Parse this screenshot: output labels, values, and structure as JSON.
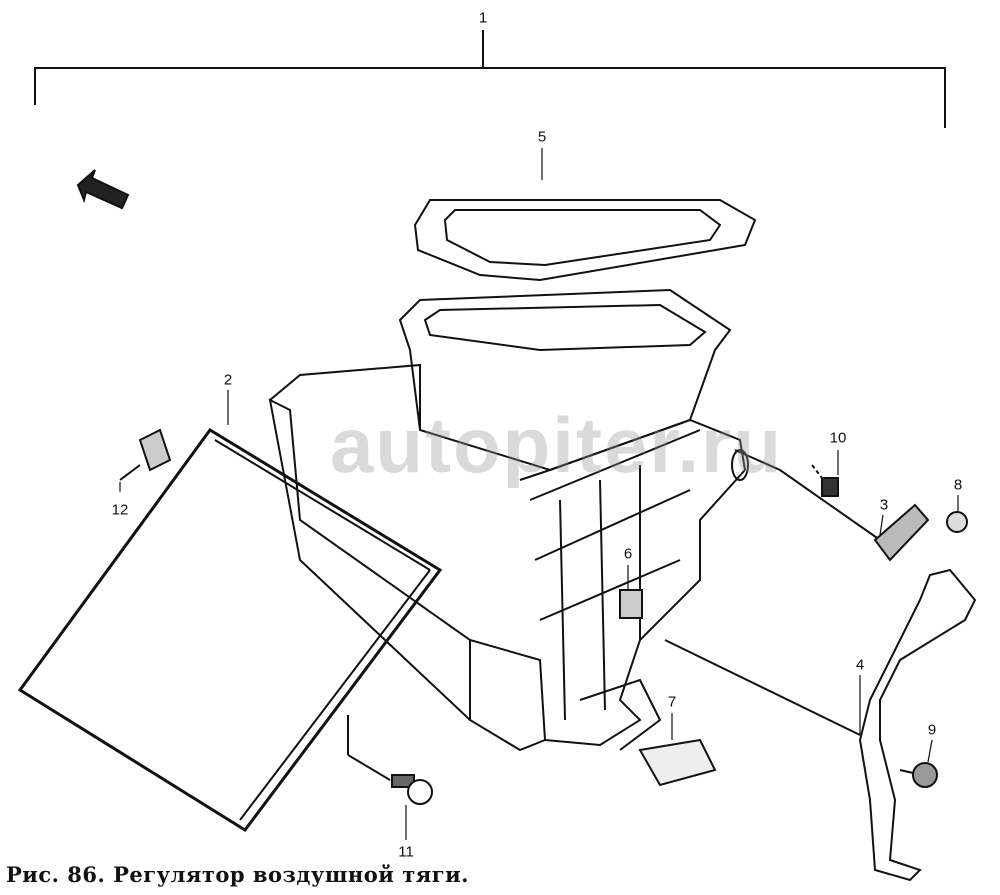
{
  "figure": {
    "caption": "Рис. 86. Регулятор воздушной тяги.",
    "watermark": "autopiter.ru",
    "callouts": [
      "1",
      "2",
      "3",
      "4",
      "5",
      "6",
      "7",
      "8",
      "9",
      "10",
      "11",
      "12"
    ]
  }
}
